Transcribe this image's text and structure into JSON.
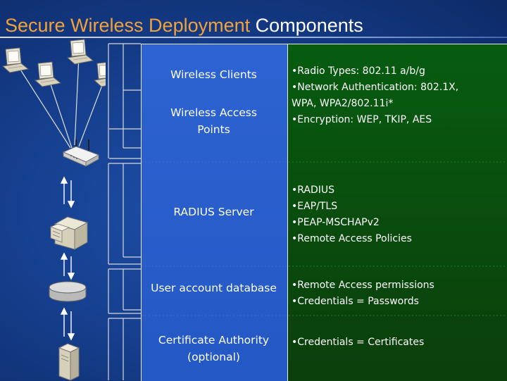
{
  "slide": {
    "title_part1": "Secure Wireless Deployment",
    "title_part2": "Components"
  },
  "components": [
    {
      "label": "Wireless Clients"
    },
    {
      "label_line1": "Wireless Access",
      "label_line2": "Points"
    },
    {
      "label": "RADIUS Server"
    },
    {
      "label": "User account database"
    },
    {
      "label_line1": "Certificate Authority",
      "label_line2": "(optional)"
    }
  ],
  "details": {
    "wireless": [
      "•Radio Types: 802.11 a/b/g",
      "•Network Authentication: 802.1X,",
      "WPA, WPA2/802.11i*",
      "•Encryption: WEP, TKIP, AES"
    ],
    "radius": [
      "•RADIUS",
      "•EAP/TLS",
      "•PEAP-MSCHAPv2",
      "•Remote Access Policies"
    ],
    "database": [
      "•Remote Access permissions",
      "•Credentials = Passwords"
    ],
    "ca": [
      "•Credentials = Certificates"
    ]
  },
  "icons": [
    "laptop-icon",
    "wireless-access-point-icon",
    "server-icon",
    "database-icon",
    "tower-server-icon"
  ],
  "colors": {
    "background": "#1a49a0",
    "title_accent": "#f2a23a",
    "left_panel": "#2a5fd0",
    "right_panel": "#08530f",
    "text": "#ffffff"
  }
}
